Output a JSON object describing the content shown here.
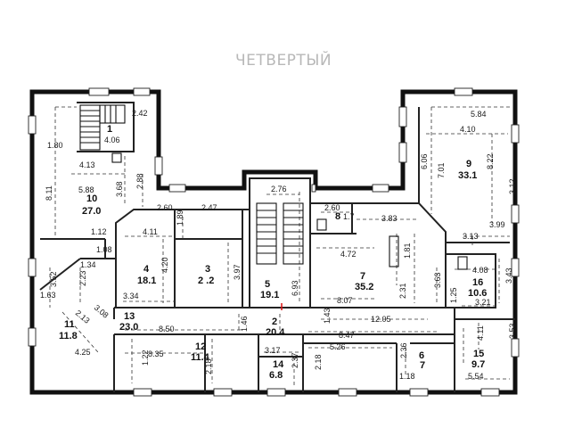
{
  "title": "ЧЕТВЕРТЫЙ",
  "rooms": [
    {
      "id": "r1",
      "number": "1",
      "area": "4.06"
    },
    {
      "id": "r2",
      "number": "2",
      "area": "20.4"
    },
    {
      "id": "r3",
      "number": "3",
      "area": "2 .2"
    },
    {
      "id": "r4",
      "number": "4",
      "area": "18.1"
    },
    {
      "id": "r5",
      "number": "5",
      "area": "19.1"
    },
    {
      "id": "r6",
      "number": "6",
      "area": "7"
    },
    {
      "id": "r7",
      "number": "7",
      "area": "35.2"
    },
    {
      "id": "r8",
      "number": "8",
      "area": "1.7"
    },
    {
      "id": "r9",
      "number": "9",
      "area": "33.1"
    },
    {
      "id": "r10",
      "number": "10",
      "area": "27.0"
    },
    {
      "id": "r11",
      "number": "11",
      "area": "11.8"
    },
    {
      "id": "r12",
      "number": "12",
      "area": "11.4"
    },
    {
      "id": "r13",
      "number": "13",
      "area": "23.0"
    },
    {
      "id": "r14",
      "number": "14",
      "area": "6.8"
    },
    {
      "id": "r15",
      "number": "15",
      "area": "9.7"
    },
    {
      "id": "r16",
      "number": "16",
      "area": "10.6"
    }
  ],
  "dimensions": [
    "2.42",
    "1.80",
    "4.13",
    "5.88",
    "3.68",
    "2.88",
    "8.11",
    "2.76",
    "2.60",
    "2.47",
    "1.89",
    "1.12",
    "1.08",
    "1.34",
    "4.11",
    "4.20",
    "3.97",
    "3.34",
    "2.23",
    "3.52",
    "1.63",
    "2.13",
    "3.08",
    "4.25",
    "8.50",
    "8.35",
    "1.22",
    "2.18",
    "1.46",
    "6.93",
    "2.60",
    "3.83",
    "1.81",
    "4.72",
    "2.31",
    "3.63",
    "8.07",
    "1.43",
    "12.05",
    "8.47",
    "3.17",
    "2.37",
    "2.18",
    "5.26",
    "2.36",
    "1.18",
    "5.84",
    "4.10",
    "6.06",
    "7.01",
    "8.22",
    "3.12",
    "3.99",
    "3.13",
    "4.08",
    "3.43",
    "1.25",
    "3.21",
    "3.53",
    "4.11",
    "5.54"
  ]
}
